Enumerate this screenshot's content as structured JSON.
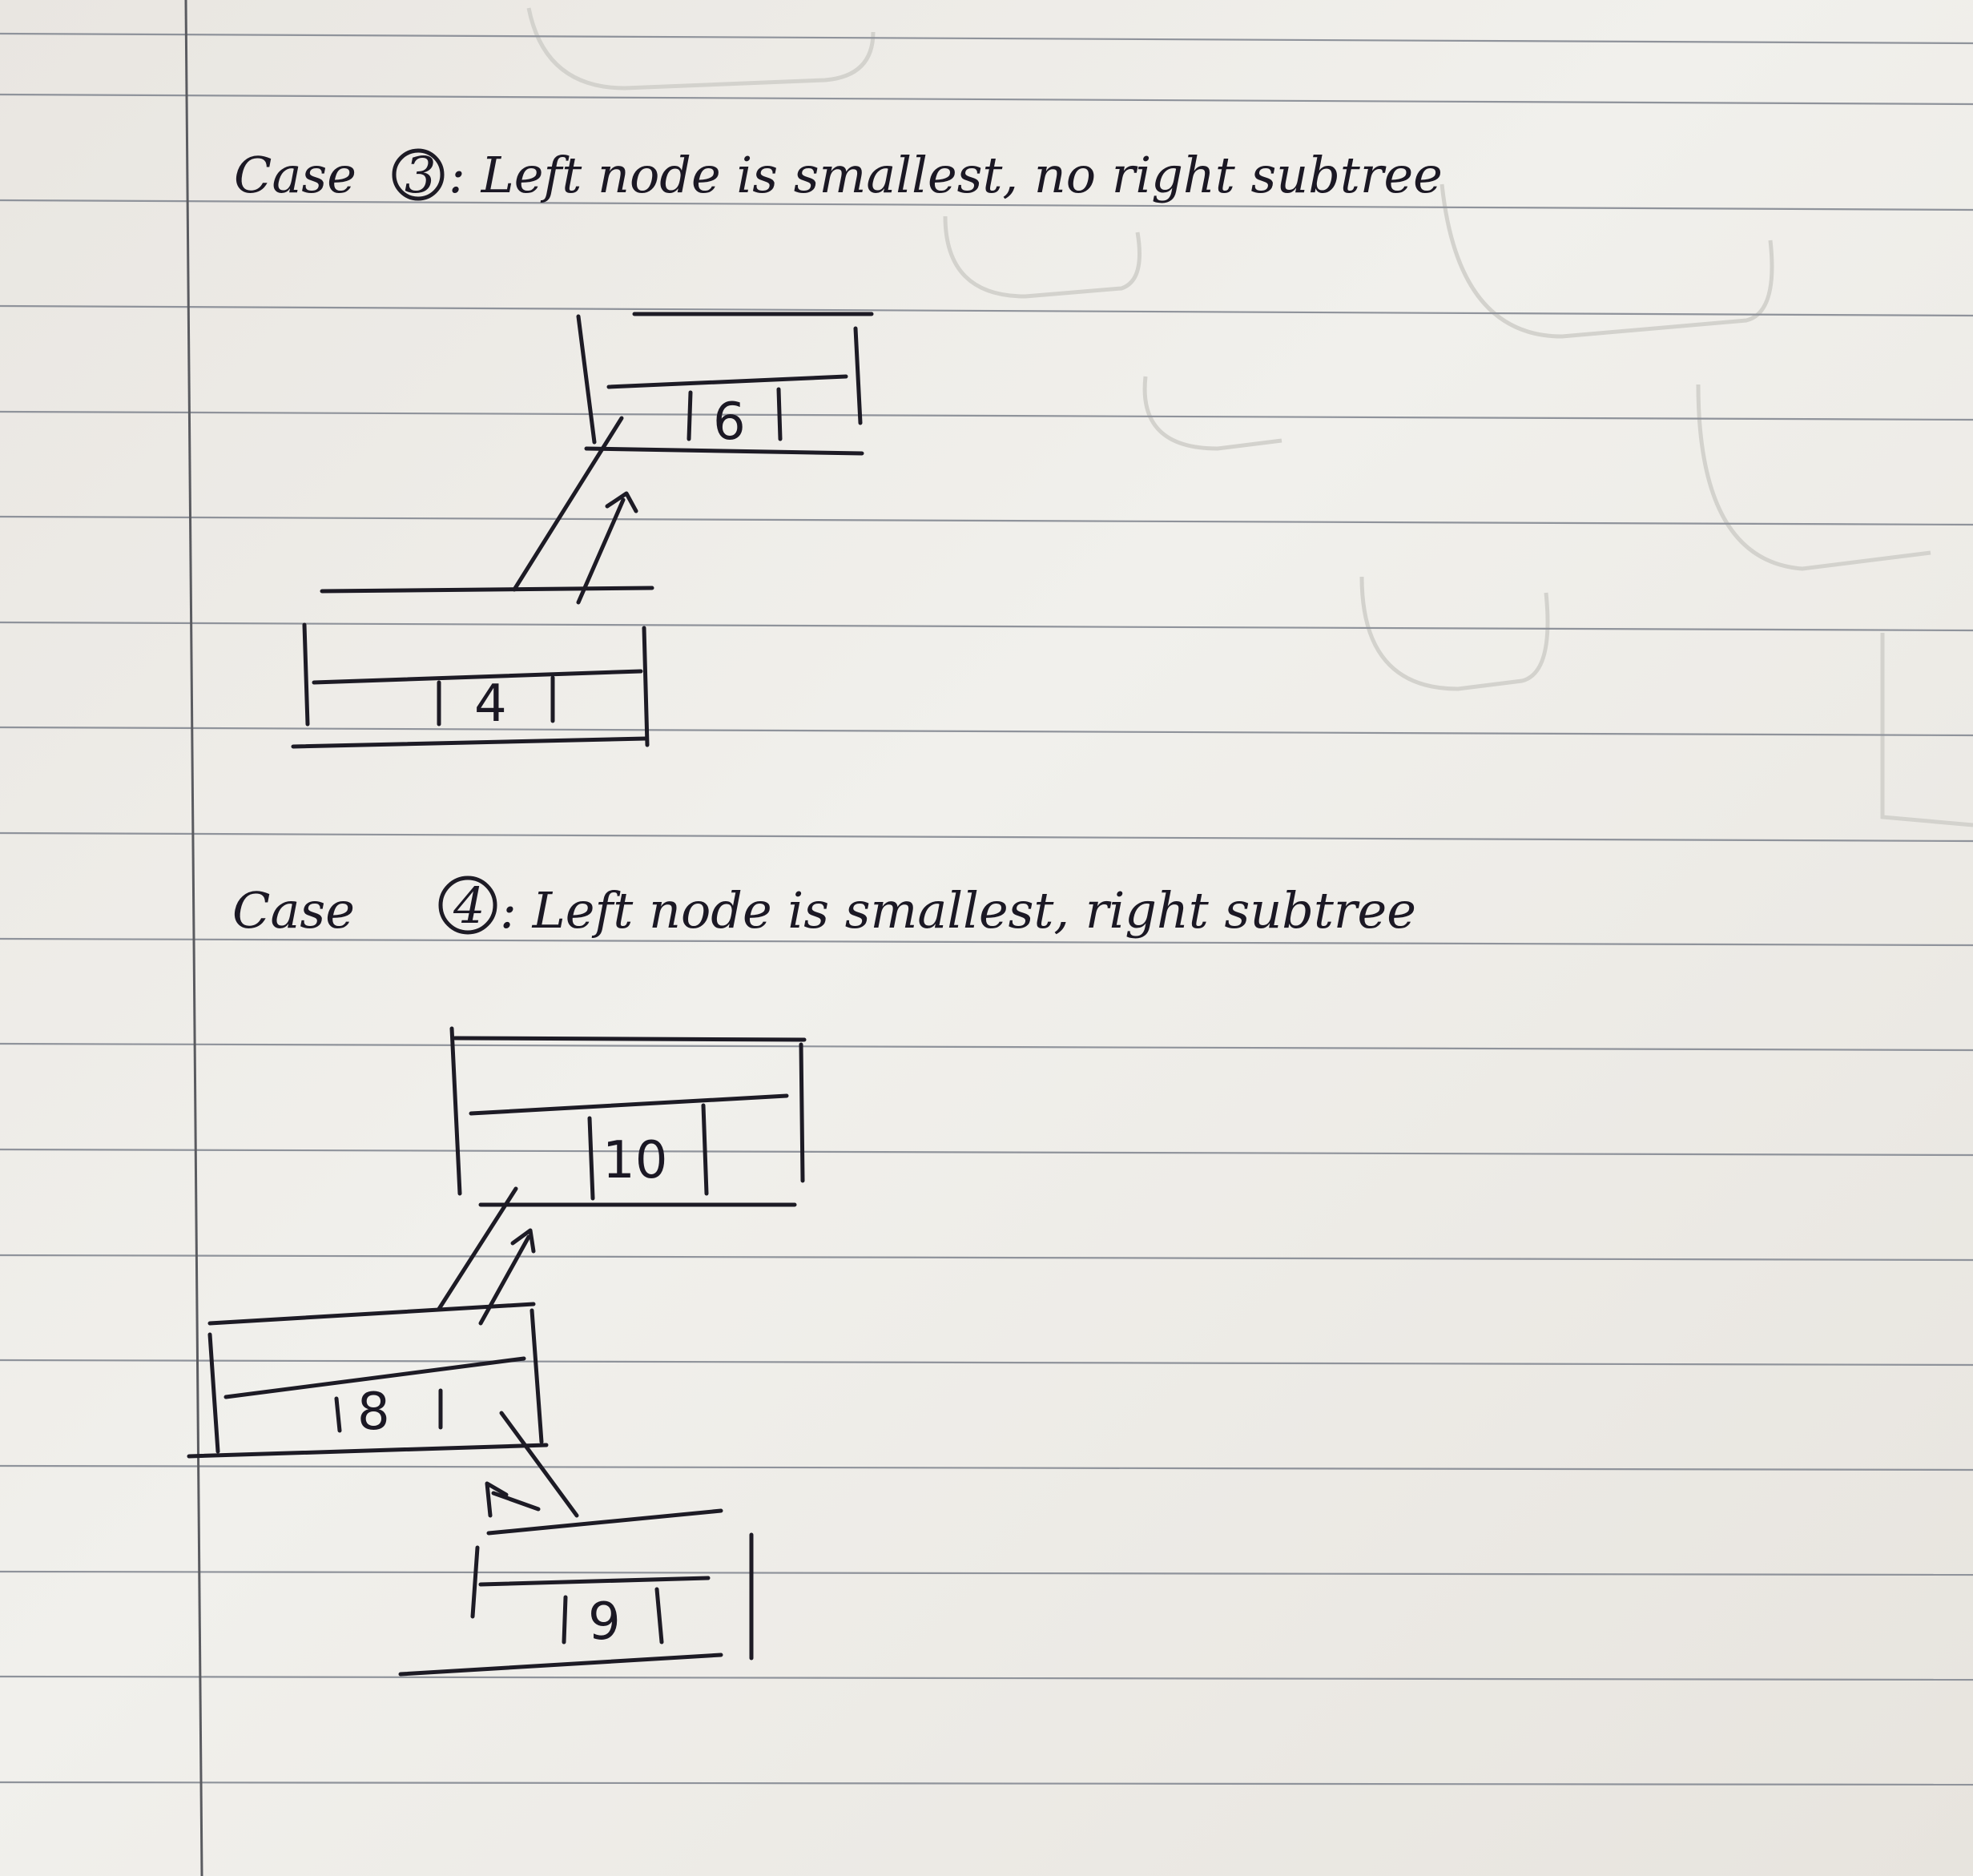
{
  "case3": {
    "number": "3",
    "label_prefix": "Case",
    "label_suffix": ": Left node is smallest, no right subtree",
    "nodes": {
      "parent": "6",
      "child": "4"
    }
  },
  "case4": {
    "number": "4",
    "label_prefix": "Case",
    "label_suffix": ": Left node is smallest, right subtree",
    "nodes": {
      "parent": "10",
      "child": "8",
      "grandchild": "9"
    }
  },
  "colors": {
    "ink": "#1d1b25",
    "paper": "#ecebe6",
    "rule": "#8f939b"
  }
}
